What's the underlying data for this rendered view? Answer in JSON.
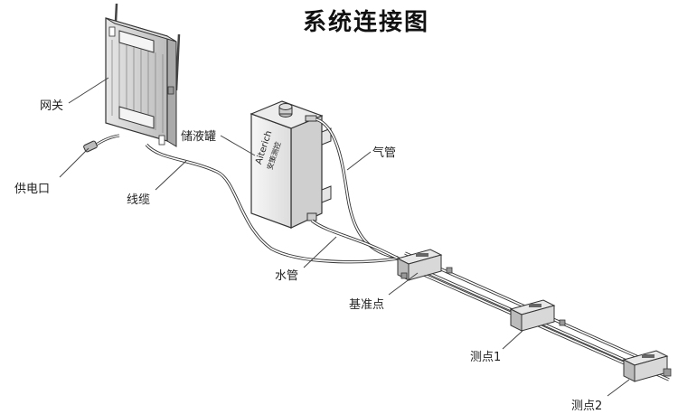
{
  "title": "系统连接图",
  "labels": {
    "gateway": "网关",
    "power_port": "供电口",
    "cable": "线缆",
    "storage_tank": "储液罐",
    "air_tube": "气管",
    "water_tube": "水管",
    "reference_point": "基准点",
    "measure_point_1": "测点1",
    "measure_point_2": "测点2"
  },
  "tank_brand": {
    "name": "Aiterich",
    "subtitle": "安策测控"
  },
  "colors": {
    "line": "#333333",
    "device_fill": "#f2f2f2",
    "device_shade": "#d9d9d9",
    "background": "#ffffff"
  }
}
